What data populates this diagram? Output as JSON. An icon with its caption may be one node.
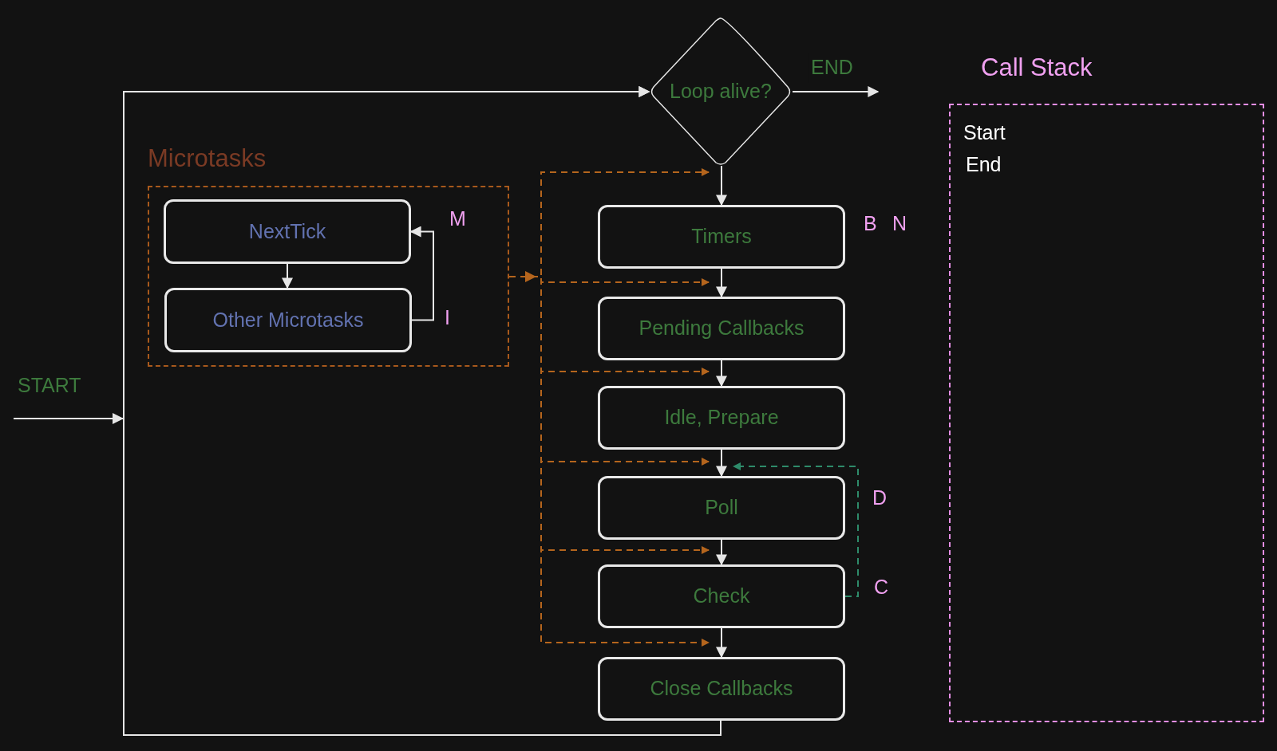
{
  "diagram": {
    "nodes": [
      {
        "text": [
          "Loop alive?"
        ]
      },
      {
        "text": [
          "Microtasks"
        ]
      },
      {
        "text": [
          "NextTick"
        ],
        "in": 1
      },
      {
        "text": [
          "Other Microtasks"
        ],
        "in": 1
      },
      {
        "text": [
          "Timers"
        ]
      },
      {
        "text": [
          "Pending Callbacks"
        ]
      },
      {
        "text": [
          "Idle, Prepare"
        ]
      },
      {
        "text": [
          "Poll"
        ]
      },
      {
        "text": [
          "Check"
        ]
      },
      {
        "text": [
          "Close Callbacks"
        ]
      },
      {
        "text": [
          "Call Stack",
          "Start",
          "End"
        ]
      },
      {
        "text": [
          "START"
        ]
      }
    ],
    "edges": [
      {
        "from": 11,
        "to": 0,
        "arrow": "to"
      },
      {
        "from": 0,
        "to": null,
        "arrow": "to",
        "label": "END"
      },
      {
        "from": 0,
        "to": 4,
        "arrow": "to"
      },
      {
        "from": 4,
        "to": 5,
        "arrow": "to"
      },
      {
        "from": 5,
        "to": 6,
        "arrow": "to"
      },
      {
        "from": 6,
        "to": 7,
        "arrow": "to"
      },
      {
        "from": 7,
        "to": 8,
        "arrow": "to"
      },
      {
        "from": 8,
        "to": 9,
        "arrow": "to"
      },
      {
        "from": 9,
        "to": 0,
        "arrow": "to"
      },
      {
        "from": 2,
        "to": 3,
        "arrow": "to"
      },
      {
        "from": 3,
        "to": 2,
        "arrow": "to"
      },
      {
        "from": 1,
        "to": 4,
        "arrow": "to",
        "style": "dashed",
        "color": "#b5651d"
      },
      {
        "from": 1,
        "to": 5,
        "arrow": "to",
        "style": "dashed",
        "color": "#b5651d"
      },
      {
        "from": 1,
        "to": 6,
        "arrow": "to",
        "style": "dashed",
        "color": "#b5651d"
      },
      {
        "from": 1,
        "to": 7,
        "arrow": "to",
        "style": "dashed",
        "color": "#b5651d"
      },
      {
        "from": 1,
        "to": 8,
        "arrow": "to",
        "style": "dashed",
        "color": "#b5651d"
      },
      {
        "from": 1,
        "to": 9,
        "arrow": "to",
        "style": "dashed",
        "color": "#b5651d"
      },
      {
        "from": 8,
        "to": 7,
        "arrow": "to",
        "style": "dashed",
        "color": "#2e8b6a"
      }
    ],
    "labels": [
      "M",
      "I",
      "B",
      "N",
      "D",
      "C"
    ]
  }
}
